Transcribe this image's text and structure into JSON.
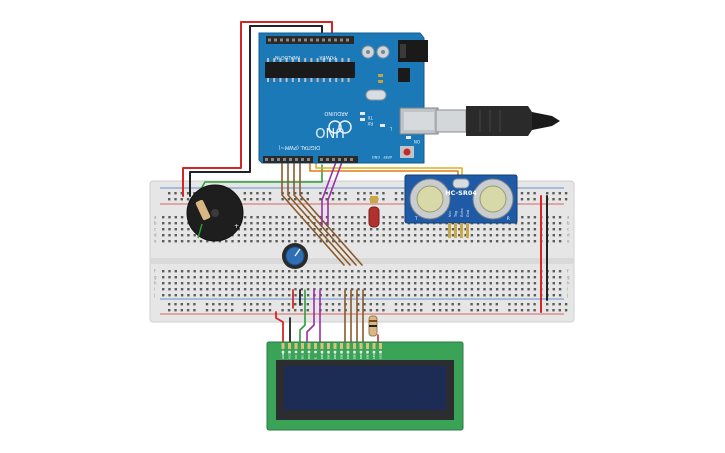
{
  "arduino": {
    "board_name": "UNO",
    "brand": "ARDUINO",
    "digital_label": "DIGITAL (PWM~)",
    "analog_label": "ANALOG IN",
    "power_label": "POWER",
    "led_tx": "TX",
    "led_rx": "RX",
    "led_l": "L",
    "led_on": "ON",
    "aref": "AREF",
    "gnd": "GND"
  },
  "sensor": {
    "model": "HC-SR04",
    "pins": [
      "Vcc",
      "Trig",
      "Echo",
      "Gnd"
    ]
  },
  "lcd": {
    "pins": [
      "GND",
      "VCC",
      "V0",
      "RS",
      "RW",
      "E",
      "DB0",
      "DB1",
      "DB2",
      "DB3",
      "DB4",
      "DB5",
      "DB6",
      "DB7",
      "LED",
      "LED"
    ]
  },
  "breadboard": {
    "row_labels": [
      "a",
      "b",
      "c",
      "d",
      "e",
      "f",
      "g",
      "h",
      "i",
      "j"
    ]
  },
  "colors": {
    "wire_red": "#d32626",
    "wire_black": "#222222",
    "wire_green": "#2e9e3a",
    "wire_brown": "#8a5a2b",
    "wire_orange": "#e07b1a",
    "wire_yellow": "#d8b21c",
    "wire_purple": "#9b2fa3",
    "board_blue": "#1c79b7",
    "sensor_blue": "#1f5aa6",
    "lcd_green": "#3aa357",
    "lcd_screen": "#1c2c54"
  }
}
